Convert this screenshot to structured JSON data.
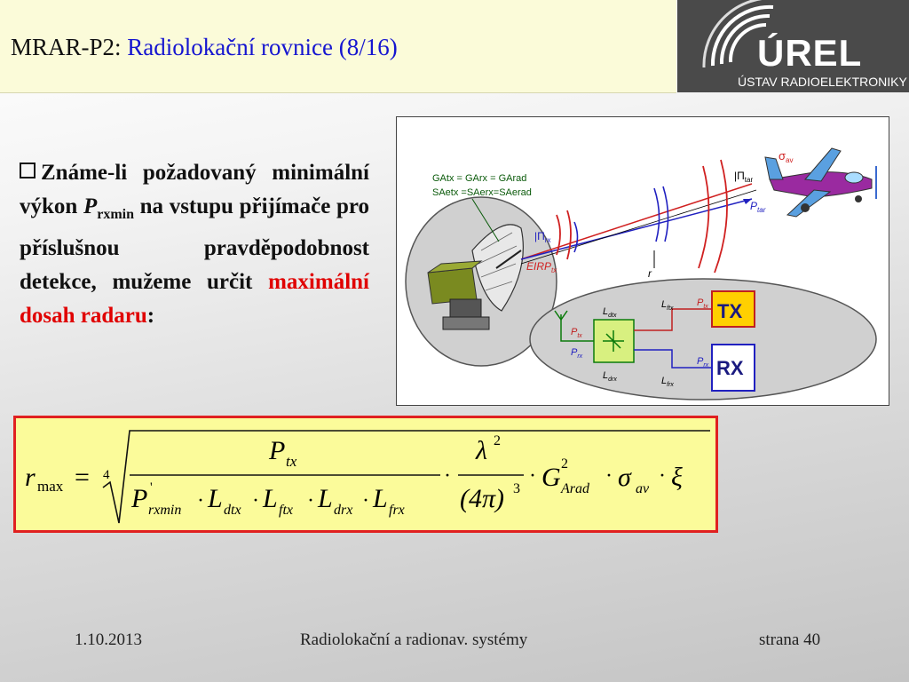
{
  "header": {
    "prefix": "MRAR-P2:",
    "title": "Radiolokační rovnice (8/16)"
  },
  "logo": {
    "name": "ÚREL",
    "institute": "ÚSTAV RADIOELEKTRONIKY"
  },
  "bullet": {
    "text_before": "Známe-li požadovaný minimální výkon ",
    "var": "P",
    "var_sub": "rxmin",
    "text_mid": " na vstupu přijímače pro příslušnou pravděpodobnost detekce, mužeme určit ",
    "highlight": "maximální dosah radaru",
    "text_end": ":",
    "highlight_color": "#e00000"
  },
  "diagram": {
    "gain_line1": "G",
    "gain_label_1": "GAtx = GArx = GArad",
    "gain_label_2": "SAetx =SAerx=SAerad",
    "labels": {
      "sigma": "σ",
      "sigma_sub": "av",
      "pi_tar": "|Π",
      "tar": "tar",
      "p_tar": "P",
      "pi_rx": "|Π",
      "rx": "rx",
      "eirp": "EIRP",
      "tx_sub": "tx",
      "r": "r",
      "l_dtx": "L",
      "dtx": "dtx",
      "l_ftx": "L",
      "ftx": "ftx",
      "p_tx": "P",
      "p_rx": "P",
      "l_drx": "L",
      "drx": "drx",
      "l_frx": "L",
      "frx": "frx",
      "tx_box": "TX",
      "rx_box": "RX"
    }
  },
  "formula": {
    "r": "r",
    "r_sub": "max",
    "eq": "=",
    "root_index": "4",
    "num_P": "P",
    "num_P_sub": "tx",
    "den_P": "P",
    "den_P_prime": "'",
    "den_P_sub": "rxmin",
    "L": "L",
    "L1_sub": "dtx",
    "L2_sub": "ftx",
    "L3_sub": "drx",
    "L4_sub": "frx",
    "dot": "·",
    "lambda": "λ",
    "two": "2",
    "three": "3",
    "four_pi": "(4π)",
    "G": "G",
    "G_sub": "Arad",
    "sigma": "σ",
    "sigma_sub": "av",
    "xi": "ξ"
  },
  "footer": {
    "date": "1.10.2013",
    "course": "Radiolokační a radionav. systémy",
    "page": "strana 40"
  }
}
